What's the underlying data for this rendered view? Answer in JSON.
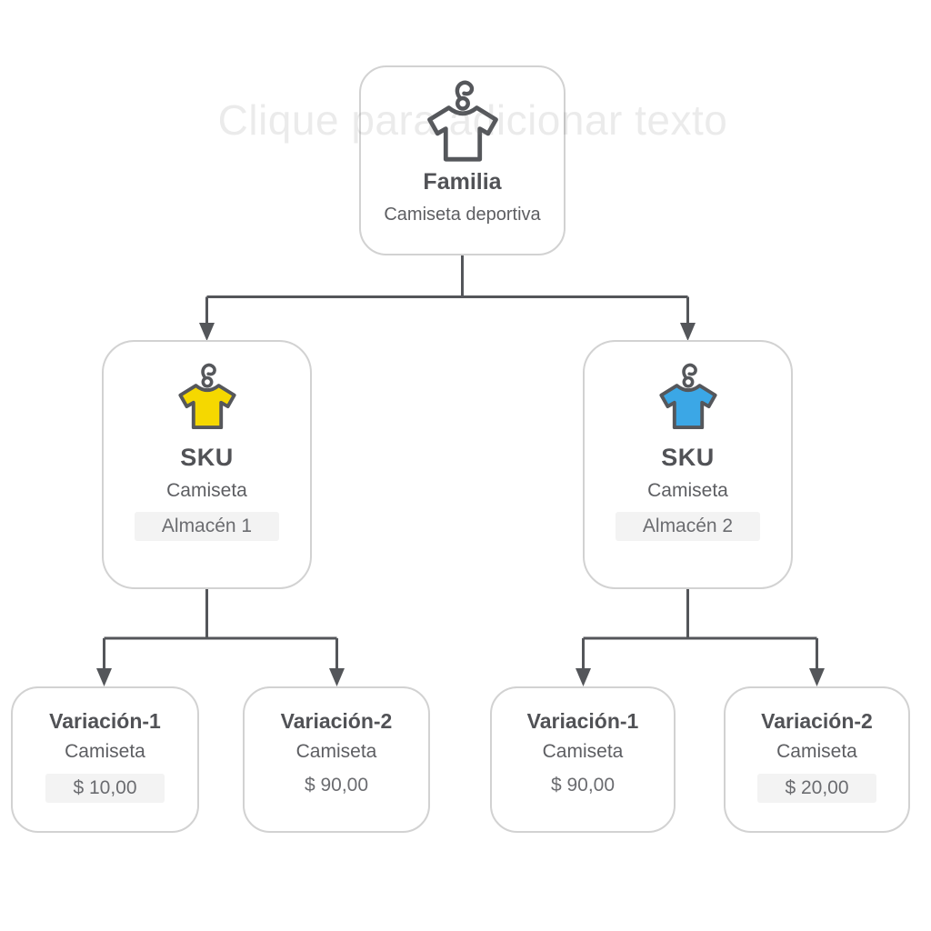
{
  "watermark": {
    "text": "Clique para adicionar texto"
  },
  "colors": {
    "shirt_root": "#ffffff",
    "shirt_sku_1": "#f5d800",
    "shirt_sku_2": "#3ba7e6",
    "icon_outline": "#55575b",
    "connector": "#54565a",
    "node_border": "#d2d2d2",
    "highlight_bg": "#f3f3f3"
  },
  "nodes": {
    "root": {
      "title": "Familia",
      "subtitle": "Camiseta deportiva"
    },
    "skus": [
      {
        "title": "SKU",
        "subtitle": "Camiseta",
        "location": "Almacén 1"
      },
      {
        "title": "SKU",
        "subtitle": "Camiseta",
        "location": "Almacén 2"
      }
    ],
    "variations": [
      {
        "title": "Variación-1",
        "subtitle": "Camiseta",
        "price": "$ 10,00"
      },
      {
        "title": "Variación-2",
        "subtitle": "Camiseta",
        "price": "$ 90,00"
      },
      {
        "title": "Variación-1",
        "subtitle": "Camiseta",
        "price": "$ 90,00"
      },
      {
        "title": "Variación-2",
        "subtitle": "Camiseta",
        "price": "$ 20,00"
      }
    ]
  }
}
